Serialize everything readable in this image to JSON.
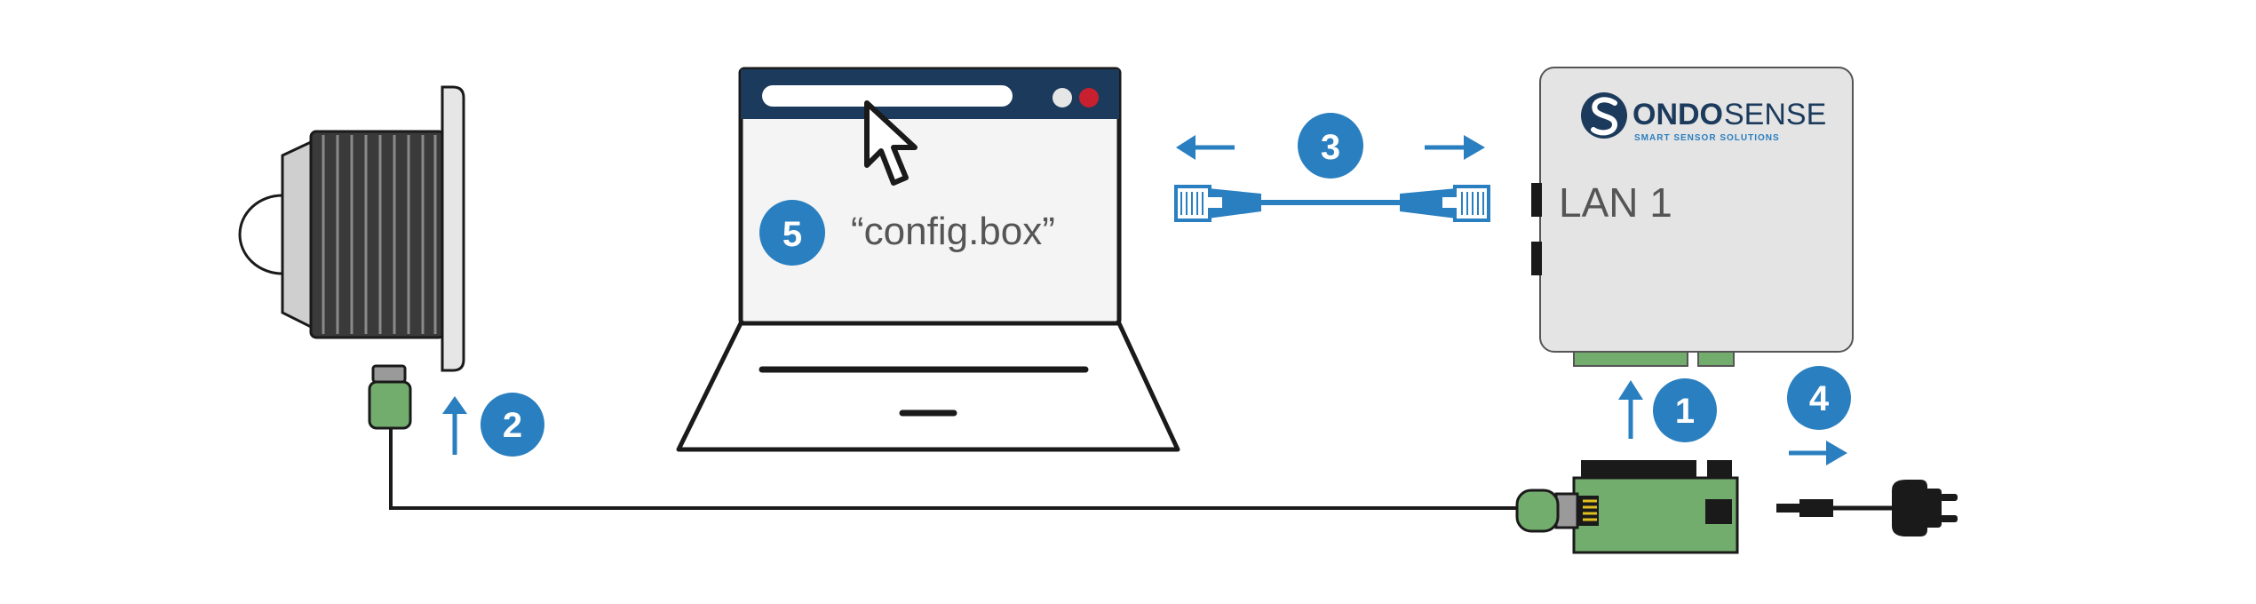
{
  "colors": {
    "accent_blue": "#2a7fc0",
    "laptop_header": "#1b3a5c",
    "screen_bg": "#f4f4f4",
    "box_gray": "#e4e4e4",
    "pcb_green": "#73ad6e",
    "connector_gray": "#9a9a9a",
    "close_red": "#c8202f",
    "line_black": "#1a1a1a"
  },
  "logo": {
    "brand_left": "ONDO",
    "brand_right": "SENSE",
    "tagline": "SMART SENSOR SOLUTIONS"
  },
  "box": {
    "port_label": "LAN 1"
  },
  "laptop": {
    "url_text": "“config.box”"
  },
  "steps": [
    {
      "number": "1"
    },
    {
      "number": "2"
    },
    {
      "number": "3"
    },
    {
      "number": "4"
    },
    {
      "number": "5"
    }
  ],
  "icons": [
    "cursor-icon",
    "rj45-plug-icon",
    "power-plug-icon",
    "arrow-icon"
  ]
}
